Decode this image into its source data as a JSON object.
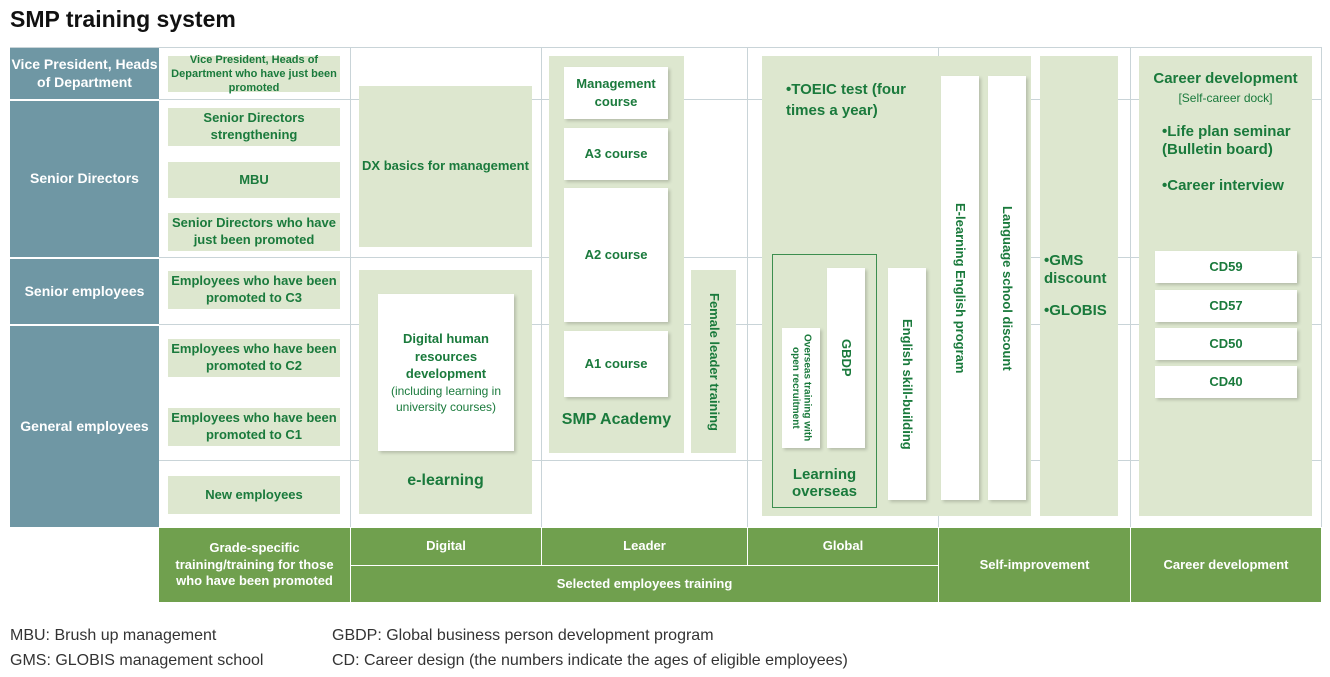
{
  "title": "SMP training system",
  "roles": {
    "vp": "Vice President, Heads of Department",
    "senior_directors": "Senior Directors",
    "senior_employees": "Senior employees",
    "general_employees": "General employees"
  },
  "grade_specific": {
    "vp_promoted": "Vice President, Heads of Department who have just been promoted",
    "sd_strengthening": "Senior Directors strengthening",
    "mbu": "MBU",
    "sd_promoted": "Senior Directors who have just been promoted",
    "c3": "Employees who have been promoted to C3",
    "c2": "Employees who have been promoted to C2",
    "c1": "Employees who have been promoted to C1",
    "new": "New employees"
  },
  "digital": {
    "dx": "DX basics for management",
    "dhr_title": "Digital human resources development",
    "dhr_note": "(including learning in university courses)",
    "elearning": "e-learning"
  },
  "leader": {
    "management": "Management course",
    "a3": "A3 course",
    "a2": "A2 course",
    "a1": "A1 course",
    "academy": "SMP Academy",
    "female": "Female leader training"
  },
  "global": {
    "toeic": "•TOEIC test (four times a year)",
    "overseas_open": "Overseas training with open recruitment",
    "gbdp": "GBDP",
    "learning_overseas": "Learning overseas",
    "english_skill": "English skill-building",
    "elearning_english": "E-learning English program",
    "language_school": "Language school discount"
  },
  "self_improvement": {
    "gms": "•GMS discount",
    "globis": "•GLOBIS"
  },
  "career": {
    "title": "Career development",
    "dock": "[Self-career dock]",
    "life_plan": "•Life plan seminar (Bulletin board)",
    "interview": "•Career interview",
    "cd": [
      "CD59",
      "CD57",
      "CD50",
      "CD40"
    ]
  },
  "footer_bar": {
    "grade": "Grade-specific training/training for those who have been promoted",
    "digital": "Digital",
    "leader": "Leader",
    "global": "Global",
    "selected": "Selected employees training",
    "self": "Self-improvement",
    "career": "Career development"
  },
  "legend": {
    "mbu": "MBU: Brush up management",
    "gms": "GMS: GLOBIS management school",
    "gbdp": "GBDP: Global business person development program",
    "cd": "CD: Career design (the numbers indicate the ages of eligible employees)"
  }
}
